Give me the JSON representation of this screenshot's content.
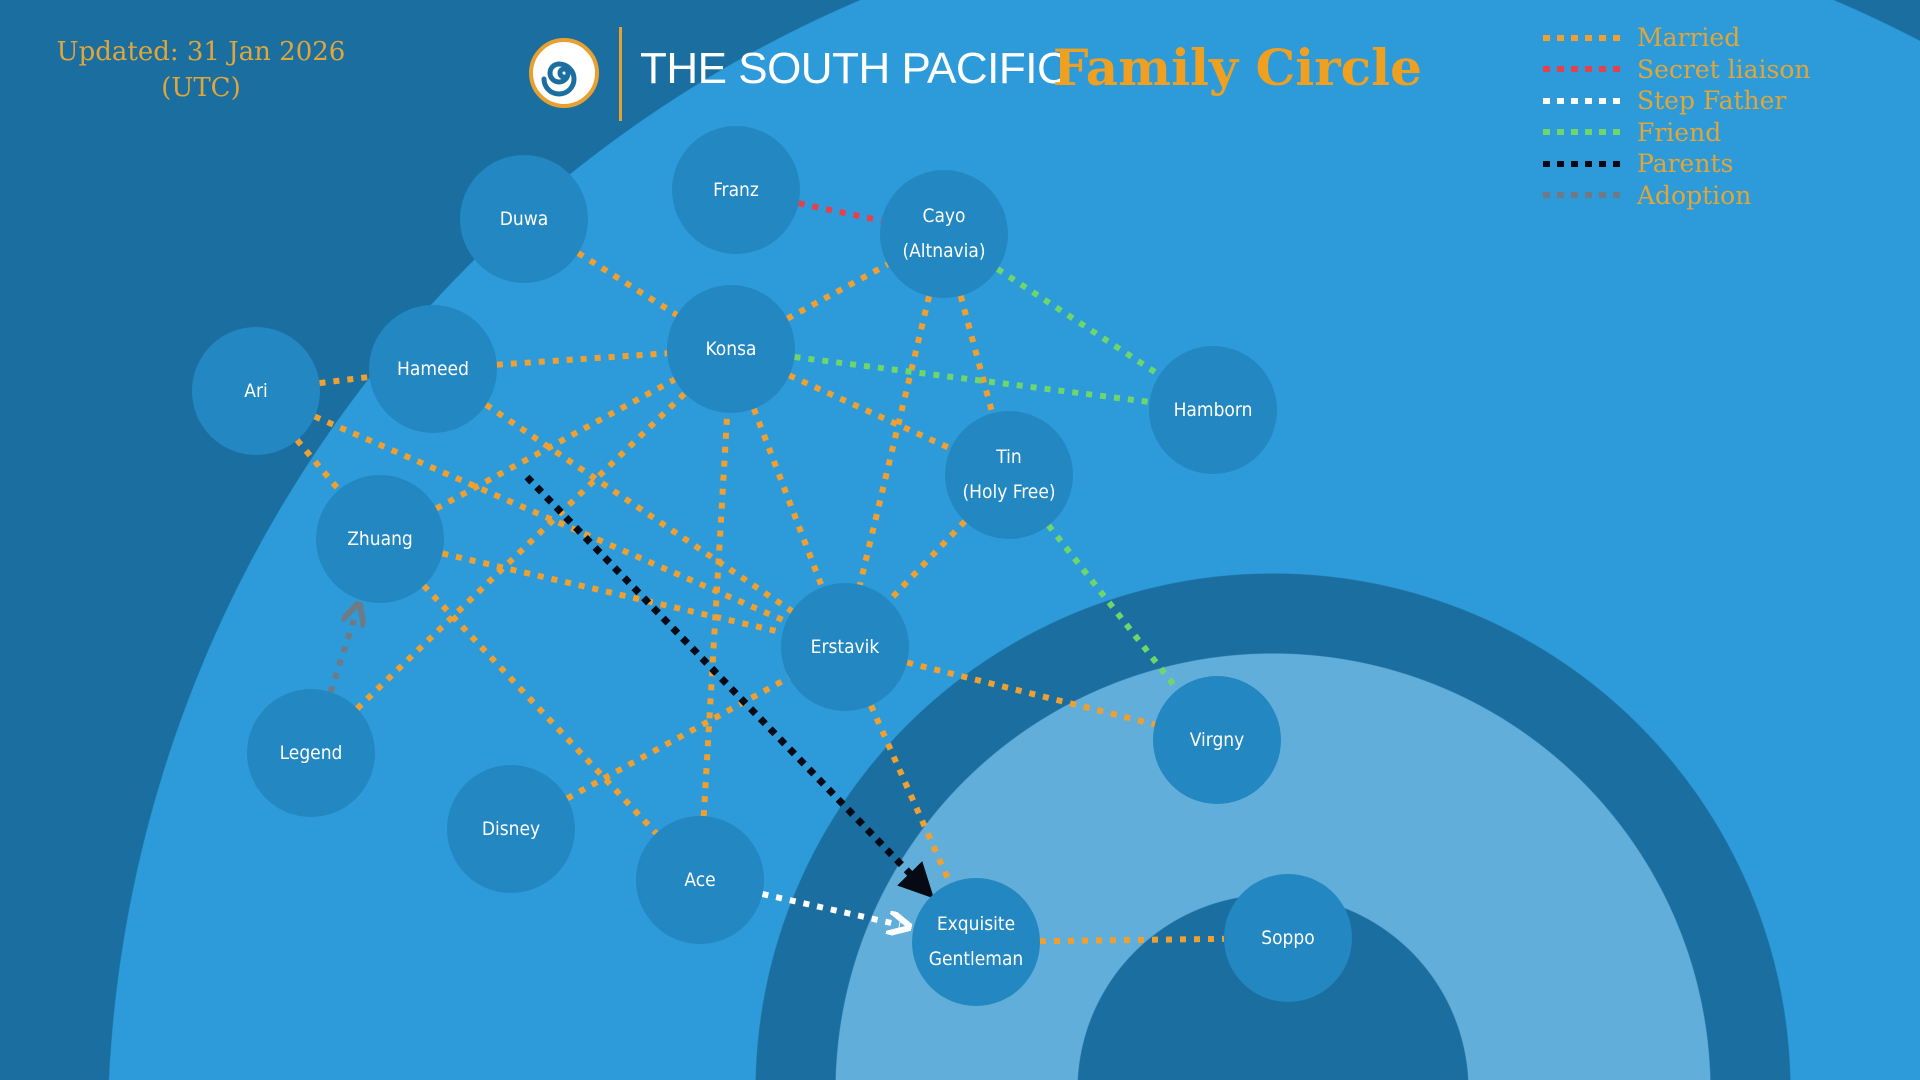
{
  "header": {
    "updated_line1": "Updated: 31 Jan 2026",
    "updated_line2": "(UTC)",
    "brand": "THE SOUTH PACIFIC",
    "title": "Family Circle"
  },
  "colors": {
    "married": "#f0a030",
    "secret": "#e8404a",
    "step_father": "#ffffff",
    "friend": "#6ed66a",
    "parents": "#050a14",
    "adoption": "#6f7a84",
    "node": "#2387c2",
    "bg_dark": "#1b6fa0",
    "bg_bright": "#2d9bd9",
    "bg_pale": "#62aedb"
  },
  "legend": [
    {
      "type": "married",
      "label": "Married"
    },
    {
      "type": "secret",
      "label": "Secret liaison"
    },
    {
      "type": "step_father",
      "label": "Step Father"
    },
    {
      "type": "friend",
      "label": "Friend"
    },
    {
      "type": "parents",
      "label": "Parents"
    },
    {
      "type": "adoption",
      "label": "Adoption"
    }
  ],
  "nodes": [
    {
      "id": "franz",
      "line1": "Franz",
      "line2": ""
    },
    {
      "id": "duwa",
      "line1": "Duwa",
      "line2": ""
    },
    {
      "id": "cayo",
      "line1": "Cayo",
      "line2": "(Altnavia)"
    },
    {
      "id": "konsa",
      "line1": "Konsa",
      "line2": ""
    },
    {
      "id": "hameed",
      "line1": "Hameed",
      "line2": ""
    },
    {
      "id": "ari",
      "line1": "Ari",
      "line2": ""
    },
    {
      "id": "hamborn",
      "line1": "Hamborn",
      "line2": ""
    },
    {
      "id": "tin",
      "line1": "Tin",
      "line2": "(Holy Free)"
    },
    {
      "id": "zhuang",
      "line1": "Zhuang",
      "line2": ""
    },
    {
      "id": "erstavik",
      "line1": "Erstavik",
      "line2": ""
    },
    {
      "id": "virgny",
      "line1": "Virgny",
      "line2": ""
    },
    {
      "id": "legend",
      "line1": "Legend",
      "line2": ""
    },
    {
      "id": "disney",
      "line1": "Disney",
      "line2": ""
    },
    {
      "id": "ace",
      "line1": "Ace",
      "line2": ""
    },
    {
      "id": "exquisite",
      "line1": "Exquisite",
      "line2": "Gentleman"
    },
    {
      "id": "soppo",
      "line1": "Soppo",
      "line2": ""
    }
  ],
  "edges": [
    {
      "from": "franz",
      "to": "cayo",
      "type": "secret"
    },
    {
      "from": "duwa",
      "to": "konsa",
      "type": "married"
    },
    {
      "from": "konsa",
      "to": "cayo",
      "type": "married"
    },
    {
      "from": "hameed",
      "to": "konsa",
      "type": "married"
    },
    {
      "from": "ari",
      "to": "hameed",
      "type": "married"
    },
    {
      "from": "ari",
      "to": "erstavik",
      "type": "married"
    },
    {
      "from": "hameed",
      "to": "erstavik",
      "type": "married"
    },
    {
      "from": "ari",
      "to": "zhuang",
      "type": "married"
    },
    {
      "from": "zhuang",
      "to": "konsa",
      "type": "married"
    },
    {
      "from": "zhuang",
      "to": "erstavik",
      "type": "married"
    },
    {
      "from": "zhuang",
      "to": "ace",
      "type": "married"
    },
    {
      "from": "legend",
      "to": "konsa",
      "type": "married"
    },
    {
      "from": "disney",
      "to": "erstavik",
      "type": "married"
    },
    {
      "from": "ace",
      "to": "konsa",
      "type": "married"
    },
    {
      "from": "konsa",
      "to": "erstavik",
      "type": "married"
    },
    {
      "from": "konsa",
      "to": "tin",
      "type": "married"
    },
    {
      "from": "cayo",
      "to": "erstavik",
      "type": "married"
    },
    {
      "from": "cayo",
      "to": "tin",
      "type": "married"
    },
    {
      "from": "tin",
      "to": "erstavik",
      "type": "married"
    },
    {
      "from": "erstavik",
      "to": "virgny",
      "type": "married"
    },
    {
      "from": "erstavik",
      "to": "exquisite",
      "type": "married"
    },
    {
      "from": "exquisite",
      "to": "soppo",
      "type": "married"
    },
    {
      "from": "konsa",
      "to": "hamborn",
      "type": "friend"
    },
    {
      "from": "cayo",
      "to": "hamborn",
      "type": "friend"
    },
    {
      "from": "tin",
      "to": "virgny",
      "type": "friend"
    },
    {
      "from": "hameed",
      "to": "exquisite",
      "type": "parents"
    },
    {
      "from": "ace",
      "to": "exquisite",
      "type": "step_father"
    },
    {
      "from": "legend",
      "to": "zhuang",
      "type": "adoption"
    }
  ]
}
